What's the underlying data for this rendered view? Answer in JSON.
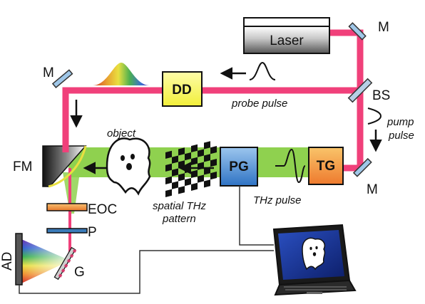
{
  "components": {
    "laser": "Laser",
    "dd": "DD",
    "tg": "TG",
    "pg": "PG",
    "bs": "BS",
    "m_top_right": "M",
    "m_top_left": "M",
    "m_bottom_right": "M",
    "fm": "FM",
    "eoc": "EOC",
    "p": "P",
    "g": "G",
    "ad": "AD"
  },
  "annotations": {
    "probe_pulse": "probe pulse",
    "pump_line1": "pump",
    "pump_line2": "pulse",
    "object": "object",
    "spatial_line1": "spatial THz",
    "spatial_line2": "pattern",
    "thz_pulse": "THz pulse"
  },
  "colors": {
    "laser_beam": "#f0407a",
    "thz_beam": "#8fd14f",
    "dd_box": "#f7f56a",
    "tg_box": "#f08a3a",
    "pg_box": "#4f8fd6",
    "eoc": "#f08a30",
    "polarizer": "#3a7ab8",
    "screen": "#1a3fa0"
  }
}
